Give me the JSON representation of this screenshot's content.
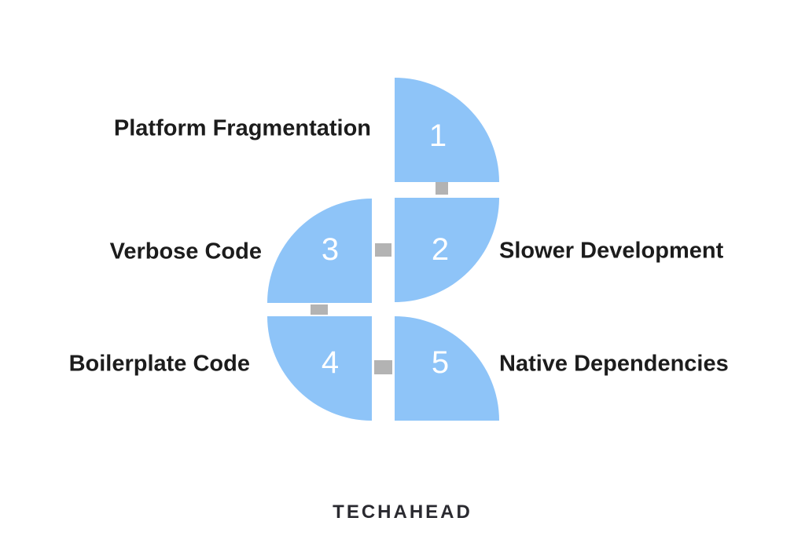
{
  "segments": [
    {
      "number": "1",
      "label": "Platform Fragmentation"
    },
    {
      "number": "2",
      "label": "Slower Development"
    },
    {
      "number": "3",
      "label": "Verbose Code"
    },
    {
      "number": "4",
      "label": "Boilerplate Code"
    },
    {
      "number": "5",
      "label": "Native Dependencies"
    }
  ],
  "footer": {
    "brand": "TECHAHEAD"
  },
  "colors": {
    "segment_fill": "#8EC4F8",
    "connector_gray": "#B3B3B3",
    "label_text": "#1C1C1C",
    "number_text": "#FFFFFF",
    "background": "#FFFFFF"
  }
}
